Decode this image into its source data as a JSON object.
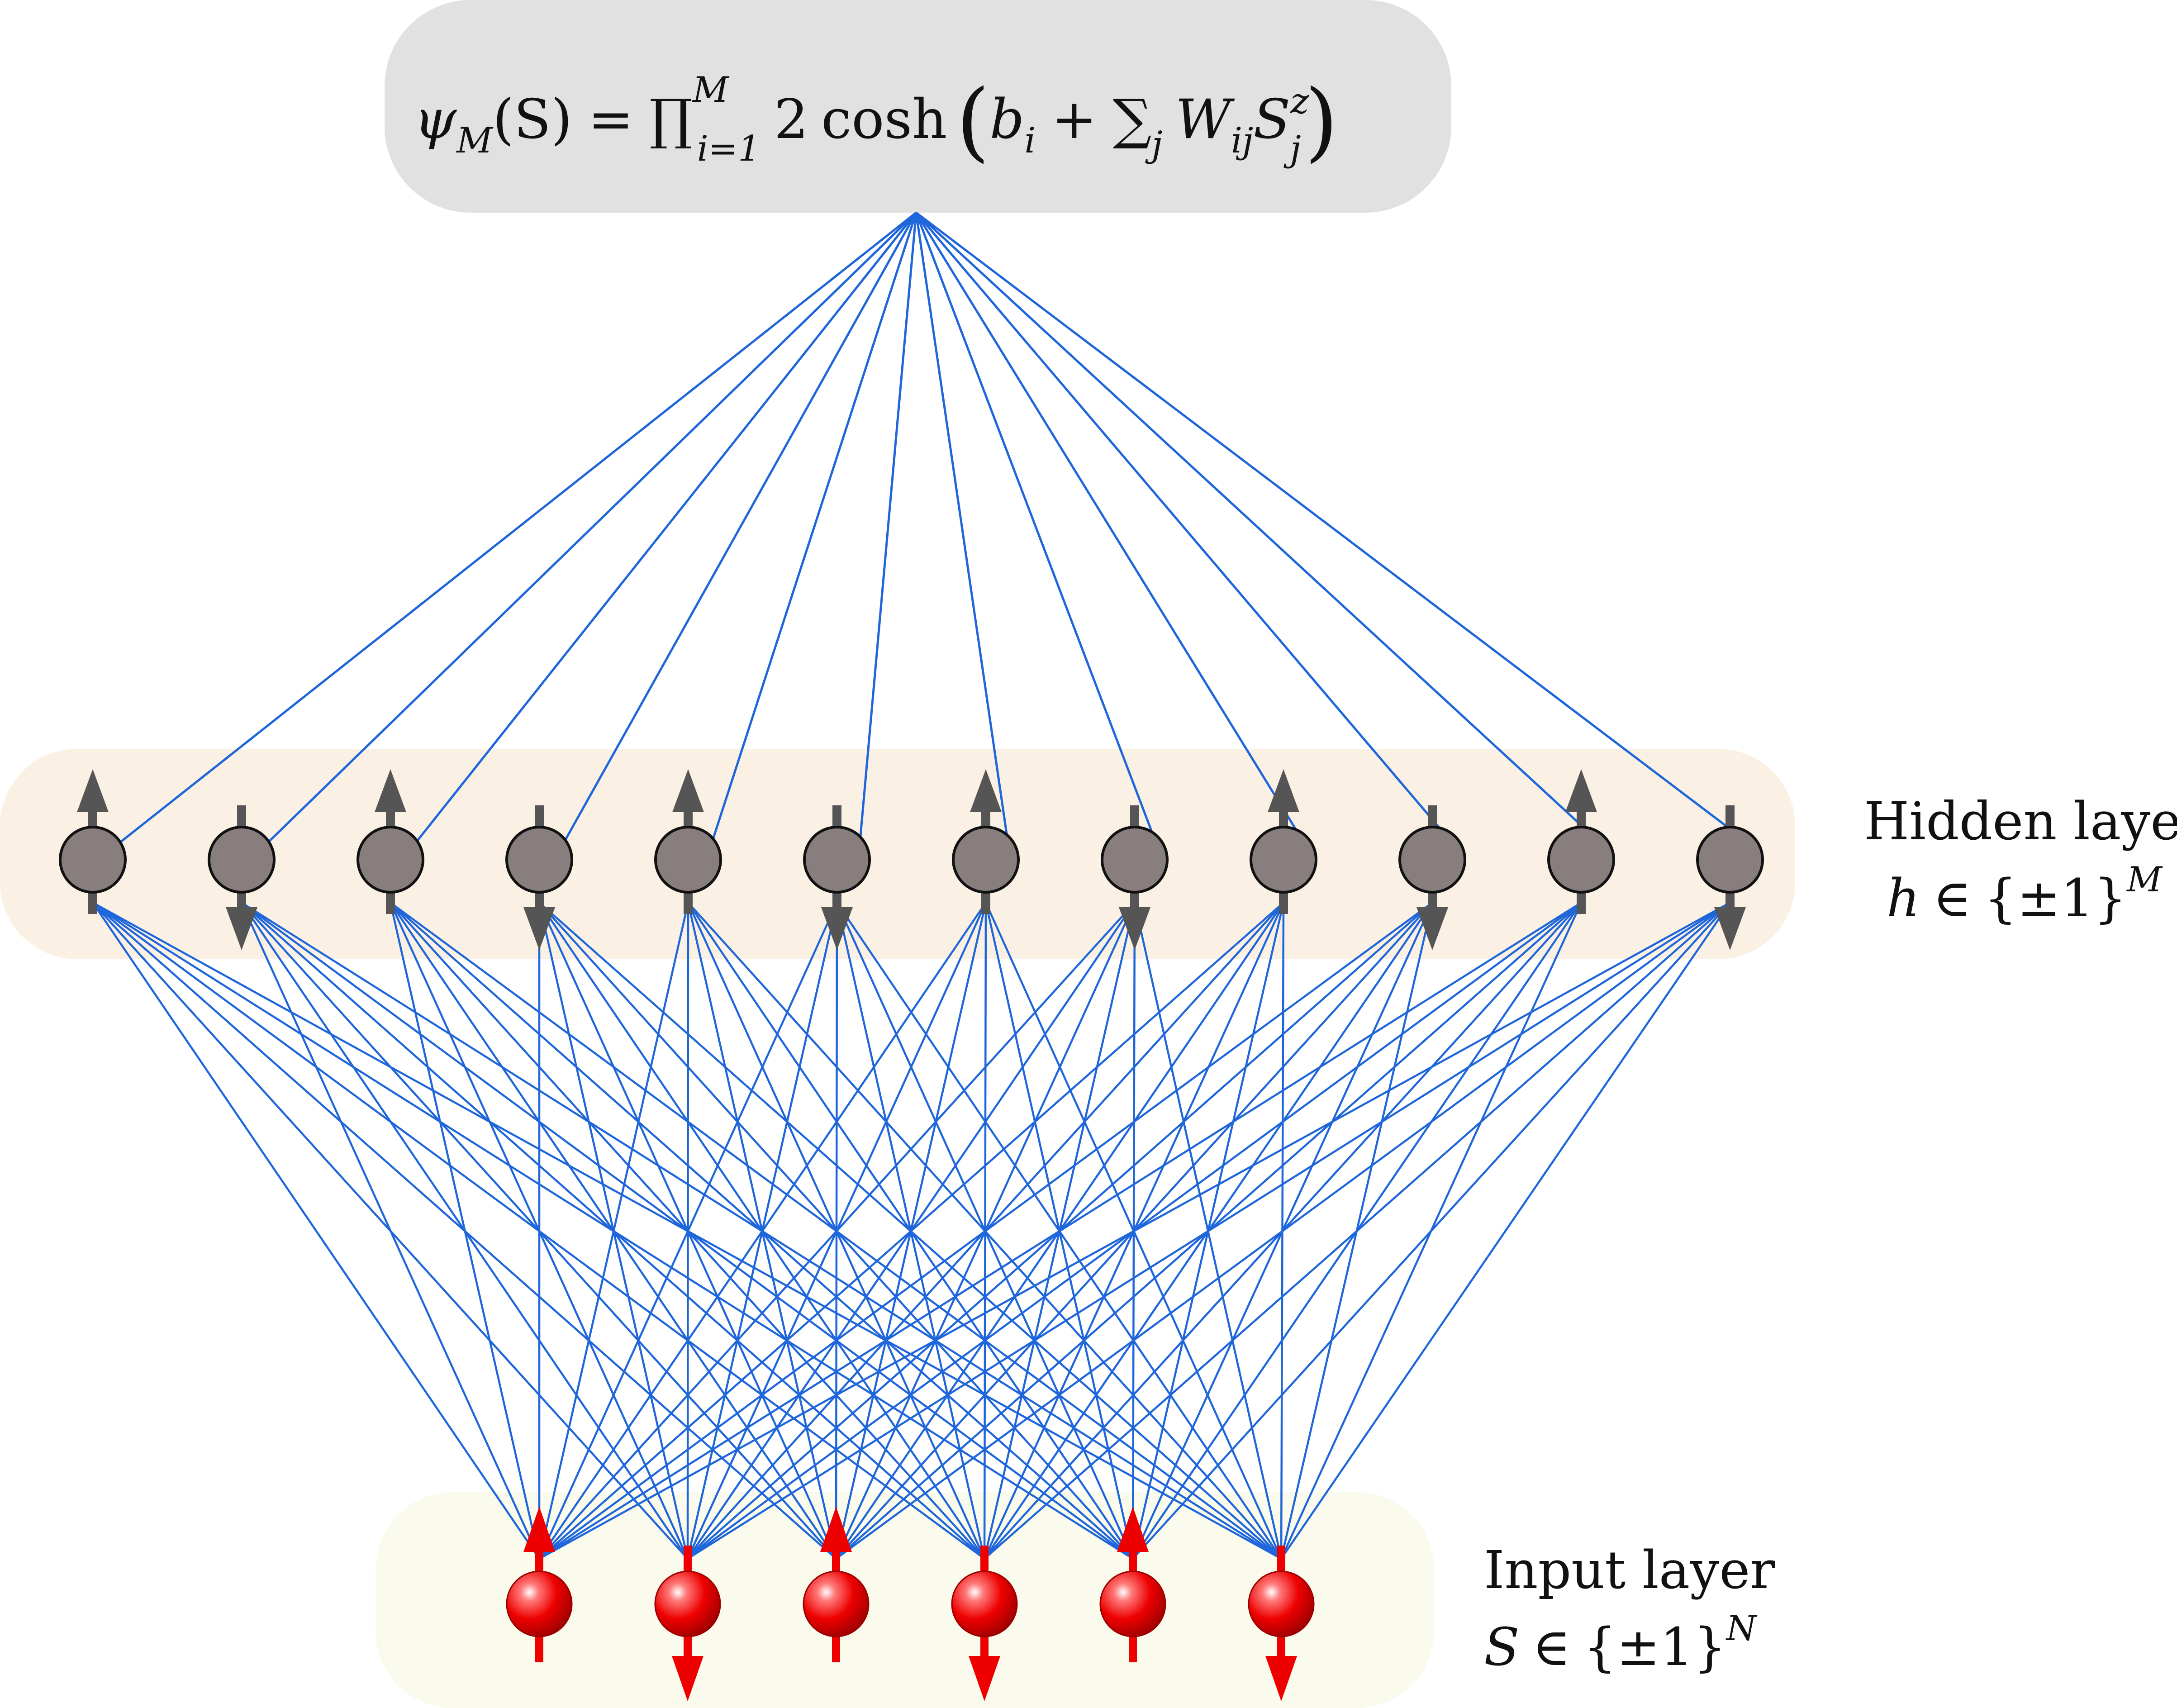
{
  "formula": {
    "lhs_symbol": "ψ",
    "lhs_sub": "M",
    "lhs_arg": "(S)",
    "equals": "=",
    "prod": "∏",
    "prod_sup": "M",
    "prod_sub": "i=1",
    "coef": "2",
    "func": "cosh",
    "lparen": "(",
    "bias": "b",
    "bias_sub": "i",
    "plus": "+",
    "sum": "∑",
    "sum_sub": "j",
    "weight": "W",
    "weight_sub": "ij",
    "spin": "S",
    "spin_sup": "z",
    "spin_sub": "j",
    "rparen": ")"
  },
  "hidden_layer": {
    "title": "Hidden layer",
    "var": "h",
    "in": "∈",
    "set": "{±1}",
    "sup": "M",
    "spins": [
      "up",
      "down",
      "up",
      "down",
      "up",
      "down",
      "up",
      "down",
      "up",
      "down",
      "up",
      "down"
    ]
  },
  "input_layer": {
    "title": "Input layer",
    "var": "S",
    "in": "∈",
    "set": "{±1}",
    "sup": "N",
    "spins": [
      "up",
      "down",
      "up",
      "down",
      "up",
      "down"
    ]
  },
  "colors": {
    "formula_box": "#e1e1e1",
    "hidden_band": "#faf1e4",
    "input_band": "#fafbec",
    "edge": "#1f66db",
    "hidden_node": "#877e7d",
    "hidden_arrow": "#555555",
    "input_node": "#e80000",
    "input_arrow": "#ee0000"
  }
}
